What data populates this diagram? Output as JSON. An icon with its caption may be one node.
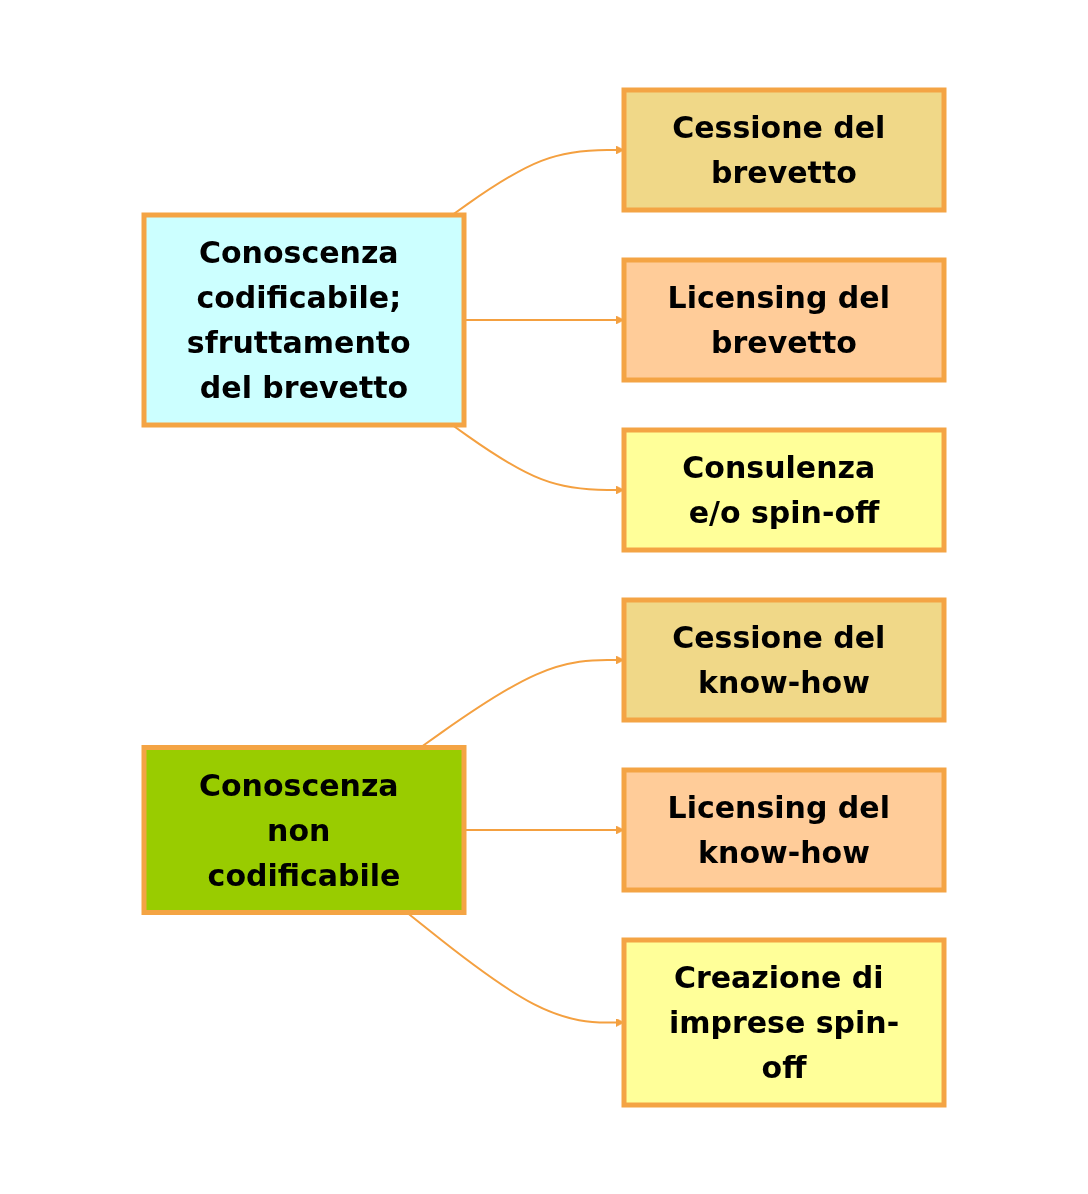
{
  "diagram": {
    "nodes": [
      {
        "text": [
          "Conoscenza codificabile; sfruttamento del brevetto"
        ]
      },
      {
        "text": [
          "Cessione del brevetto"
        ]
      },
      {
        "text": [
          "Licensing del brevetto"
        ]
      },
      {
        "text": [
          "Consulenza e/o spin-off"
        ]
      },
      {
        "text": [
          "Conoscenza non codificabile"
        ]
      },
      {
        "text": [
          "Cessione del know-how"
        ]
      },
      {
        "text": [
          "Licensing del know-how"
        ]
      },
      {
        "text": [
          "Creazione di imprese spin-off"
        ]
      }
    ],
    "edges": [
      {
        "from": 0,
        "to": 1,
        "arrow": "to"
      },
      {
        "from": 0,
        "to": 2,
        "arrow": "to"
      },
      {
        "from": 0,
        "to": 3,
        "arrow": "to"
      },
      {
        "from": 4,
        "to": 5,
        "arrow": "to"
      },
      {
        "from": 4,
        "to": 6,
        "arrow": "to"
      },
      {
        "from": 4,
        "to": 7,
        "arrow": "to"
      }
    ]
  }
}
